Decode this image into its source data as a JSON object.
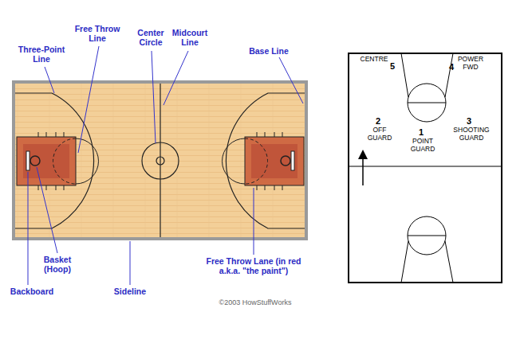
{
  "diagram": {
    "labels": [
      "Three-Point Line",
      "Free Throw Line",
      "Center Circle",
      "Midcourt Line",
      "Base Line",
      "Basket (Hoop)",
      "Backboard",
      "Sideline",
      "Free Throw Lane (in red a.k.a. \"the paint\")",
      "©2003 HowStuffWorks",
      "CENTRE",
      "5",
      "POWER FWD",
      "4",
      "2",
      "OFF GUARD",
      "1",
      "POINT GUARD",
      "3",
      "SHOOTING GUARD"
    ]
  }
}
